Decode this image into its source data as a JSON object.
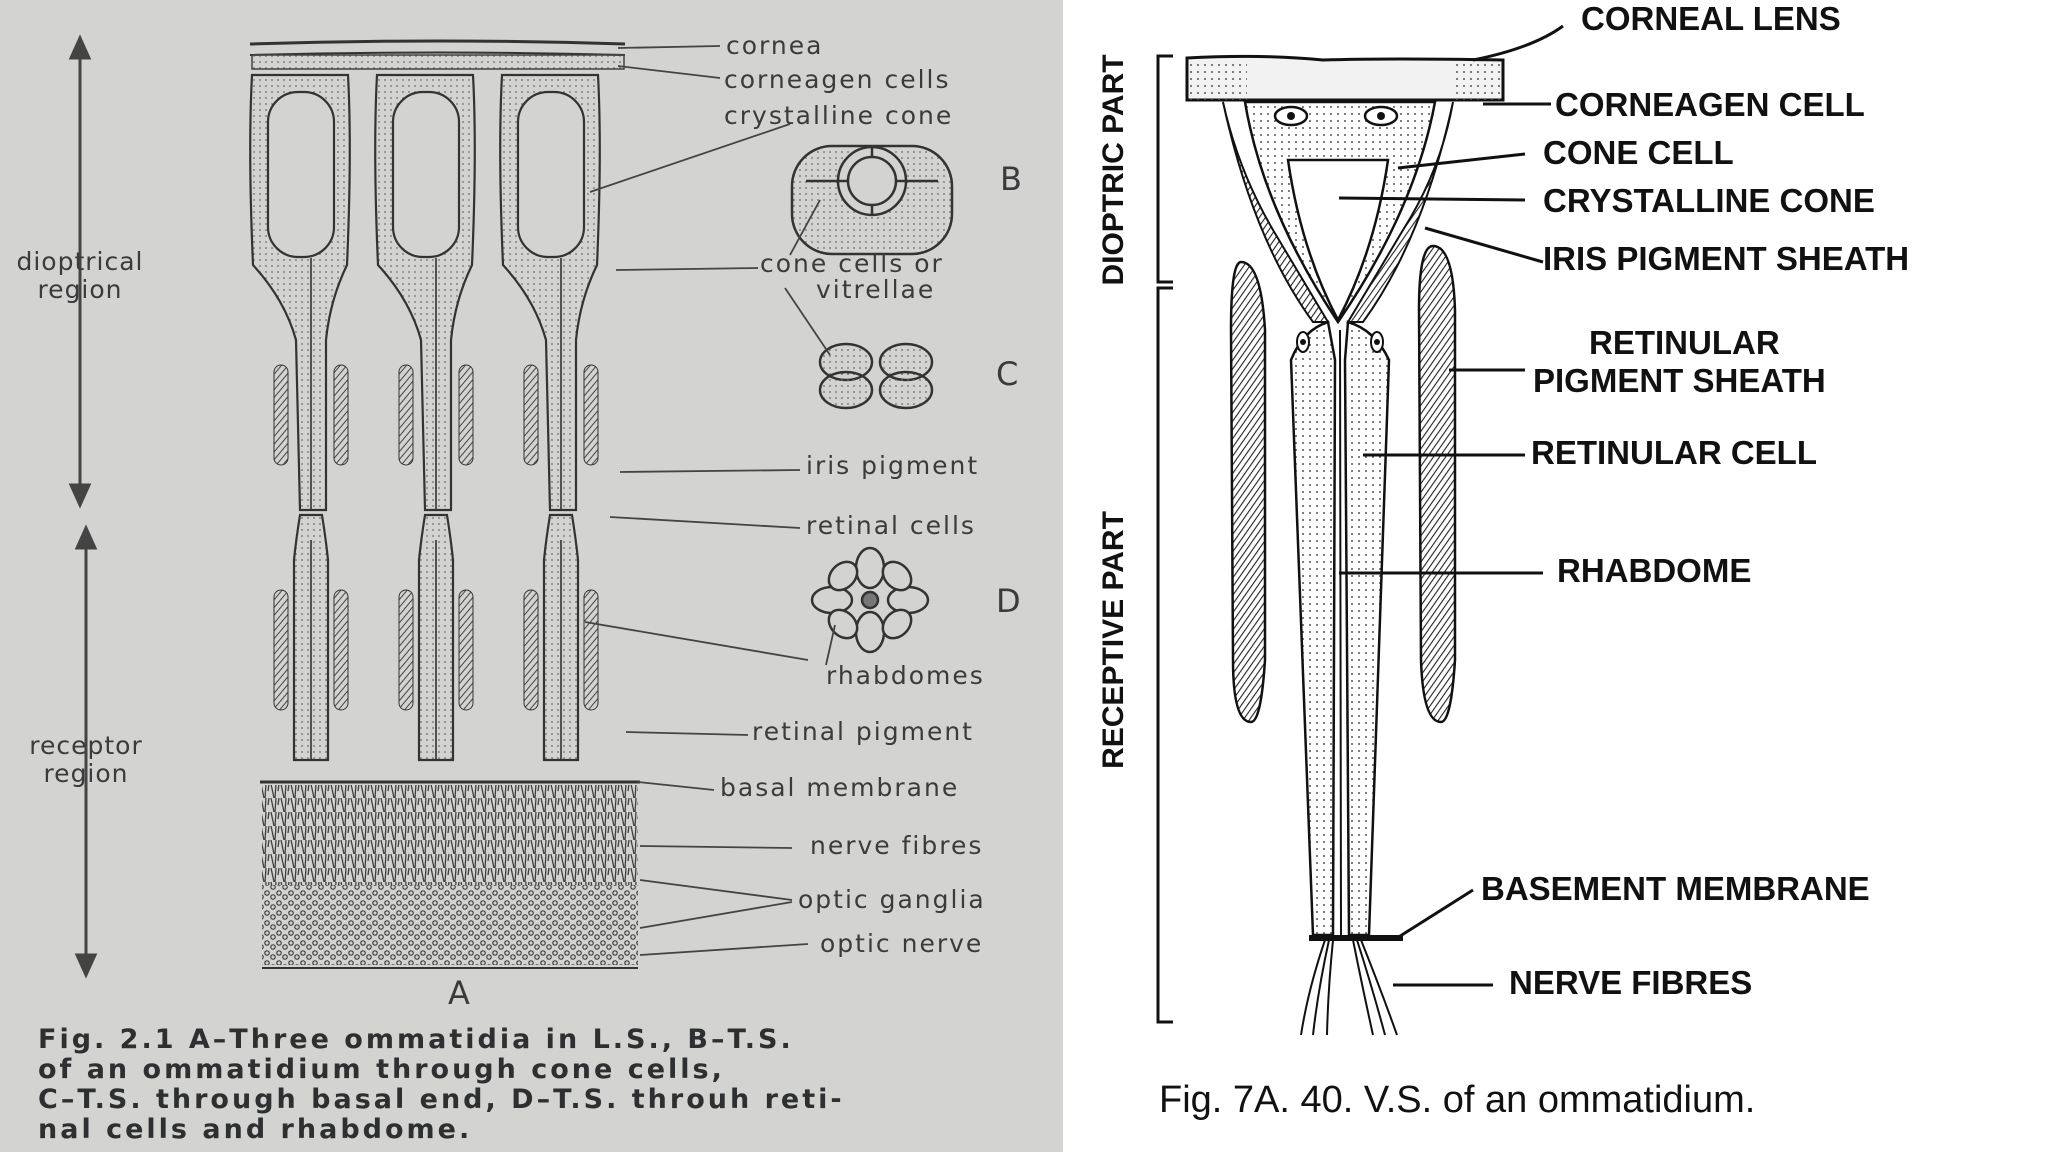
{
  "left": {
    "labels": {
      "cornea": "cornea",
      "corneagen": "corneagen cells",
      "crystalline": "crystalline cone",
      "cone_cells_1": "cone cells or",
      "cone_cells_2": "vitrellae",
      "iris": "iris pigment",
      "retinal_cells": "retinal cells",
      "rhabdomes": "rhabdomes",
      "retinal_pigment": "retinal pigment",
      "basal": "basal membrane",
      "nerve": "nerve fibres",
      "ganglia": "optic ganglia",
      "optic_nerve": "optic nerve"
    },
    "letters": {
      "A": "A",
      "B": "B",
      "C": "C",
      "D": "D"
    },
    "regions": {
      "dioptrical_1": "dioptrical",
      "dioptrical_2": "region",
      "receptor_1": "receptor",
      "receptor_2": "region"
    },
    "caption": [
      "Fig. 2.1  A–Three ommatidia in L.S., B–T.S.",
      "of an ommatidium through cone cells,",
      "C–T.S. through basal end, D–T.S. throuh reti-",
      "nal cells and rhabdome."
    ]
  },
  "right": {
    "labels": {
      "corneal_lens": "CORNEAL LENS",
      "corneagen": "CORNEAGEN CELL",
      "cone_cell": "CONE CELL",
      "crystalline": "CRYSTALLINE CONE",
      "iris": "IRIS PIGMENT SHEATH",
      "retinular_sheath_1": "RETINULAR",
      "retinular_sheath_2": "PIGMENT SHEATH",
      "retinular_cell": "RETINULAR CELL",
      "rhabdome": "RHABDOME",
      "basement": "BASEMENT MEMBRANE",
      "nerve": "NERVE FIBRES"
    },
    "sections": {
      "dioptric": "DIOPTRIC PART",
      "receptive": "RECEPTIVE PART"
    },
    "caption": "Fig. 7A. 40. V.S. of an ommatidium."
  },
  "colors": {
    "left_bg": "#d3d4d1",
    "ink": "#3a3b3c",
    "right_bg": "#ffffff"
  }
}
